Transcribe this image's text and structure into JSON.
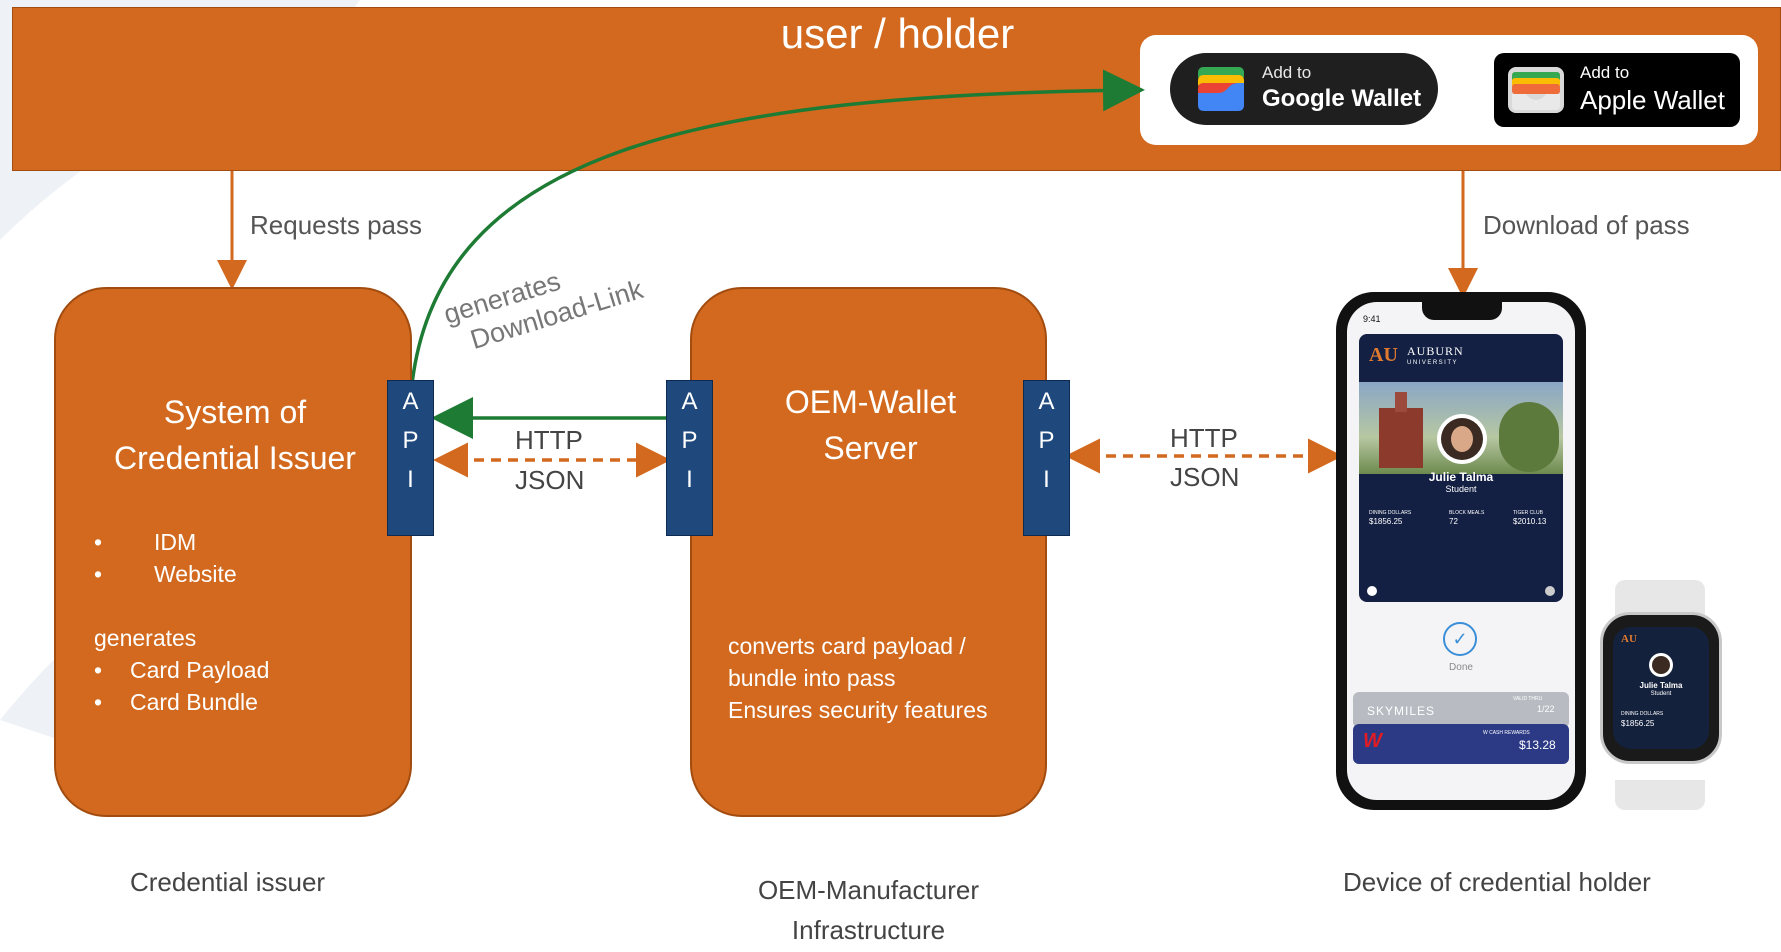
{
  "banner": {
    "title": "user / holder",
    "google_wallet": {
      "top": "Add to",
      "bottom": "Google Wallet"
    },
    "apple_wallet": {
      "top": "Add to",
      "bottom": "Apple Wallet"
    }
  },
  "issuer": {
    "title_line1": "System of",
    "title_line2": "Credential Issuer",
    "items": [
      "IDM",
      "Website"
    ],
    "generates_label": "generates",
    "generates_items": [
      "Card Payload",
      "Card Bundle"
    ],
    "caption": "Credential issuer"
  },
  "oem": {
    "title_line1": "OEM-Wallet",
    "title_line2": "Server",
    "desc_line1": "converts card payload /",
    "desc_line2": "bundle into pass",
    "desc_line3": "Ensures security features",
    "caption_line1": "OEM-Manufacturer",
    "caption_line2": "Infrastructure"
  },
  "api_letters": [
    "A",
    "P",
    "I"
  ],
  "connectors": {
    "requests_pass": "Requests pass",
    "download_of_pass": "Download of pass",
    "generates_link_line1": "generates",
    "generates_link_line2": "Download-Link",
    "http_left": "HTTP",
    "json_left": "JSON",
    "http_right": "HTTP",
    "json_right": "JSON"
  },
  "device": {
    "caption": "Device of credential holder",
    "status_time": "9:41",
    "card_brand": "AUBURN",
    "card_brand_sub": "UNIVERSITY",
    "holder_name": "Julie Talma",
    "holder_role": "Student",
    "fields": [
      {
        "label": "DINING DOLLARS",
        "value": "$1856.25"
      },
      {
        "label": "BLOCK MEALS",
        "value": "72"
      },
      {
        "label": "TIGER CLUB",
        "value": "$2010.13"
      }
    ],
    "done_label": "Done",
    "card2_brand": "SKYMILES",
    "card2_valid_label": "VALID THRU",
    "card2_valid_value": "1/22",
    "card3_label": "W CASH REWARDS",
    "card3_value": "$13.28",
    "watch_name": "Julie Talma",
    "watch_role": "Student",
    "watch_field_label": "DINING DOLLARS",
    "watch_field_value": "$1856.25"
  },
  "colors": {
    "box_orange": "#D2691E",
    "api_blue": "#1F497D",
    "green_arrow": "#1E7B34",
    "dashed_orange": "#D2691E"
  }
}
